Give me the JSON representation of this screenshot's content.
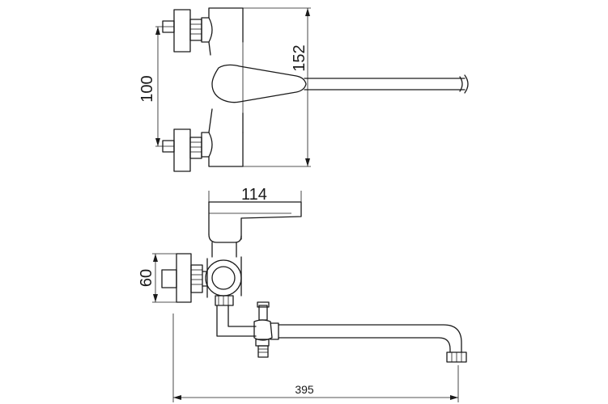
{
  "dimensions": {
    "inlet_spacing": "100",
    "overall_height": "152",
    "handle_length": "114",
    "body_depth": "60",
    "spout_reach": "395"
  }
}
